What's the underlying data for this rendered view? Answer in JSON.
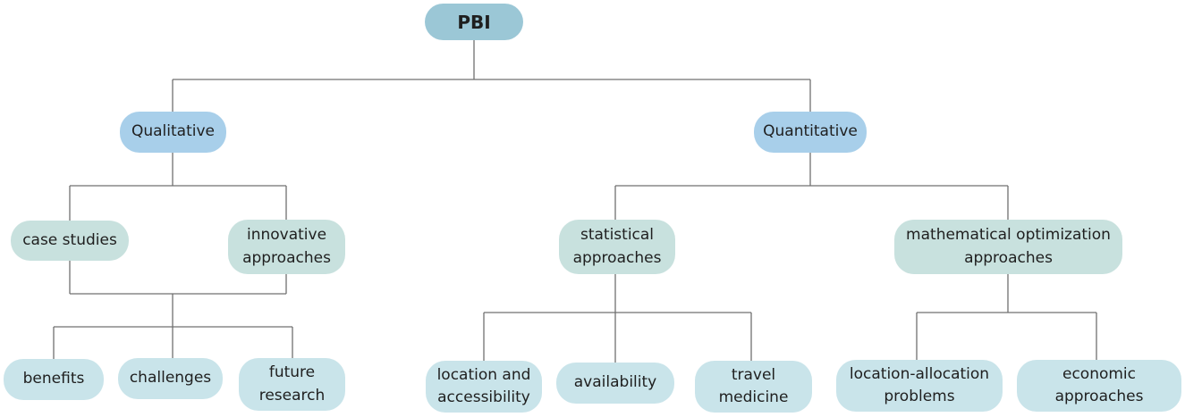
{
  "diagram": {
    "root": "PBI",
    "qualitative": {
      "label": "Qualitative",
      "case_studies": "case studies",
      "innovative": "innovative\napproaches",
      "benefits": "benefits",
      "challenges": "challenges",
      "future_research": "future\nresearch"
    },
    "quantitative": {
      "label": "Quantitative",
      "statistical": "statistical\napproaches",
      "mathematical": "mathematical optimization\napproaches",
      "location_accessibility": "location and\naccessibility",
      "availability": "availability",
      "travel_medicine": "travel\nmedicine",
      "location_allocation": "location-allocation\nproblems",
      "economic": "economic\napproaches"
    }
  },
  "colors": {
    "root": "#9bc7d6",
    "level1": "#a8cfea",
    "level2": "#c8e1de",
    "level3": "#c9e4ea",
    "connector": "#707070"
  }
}
